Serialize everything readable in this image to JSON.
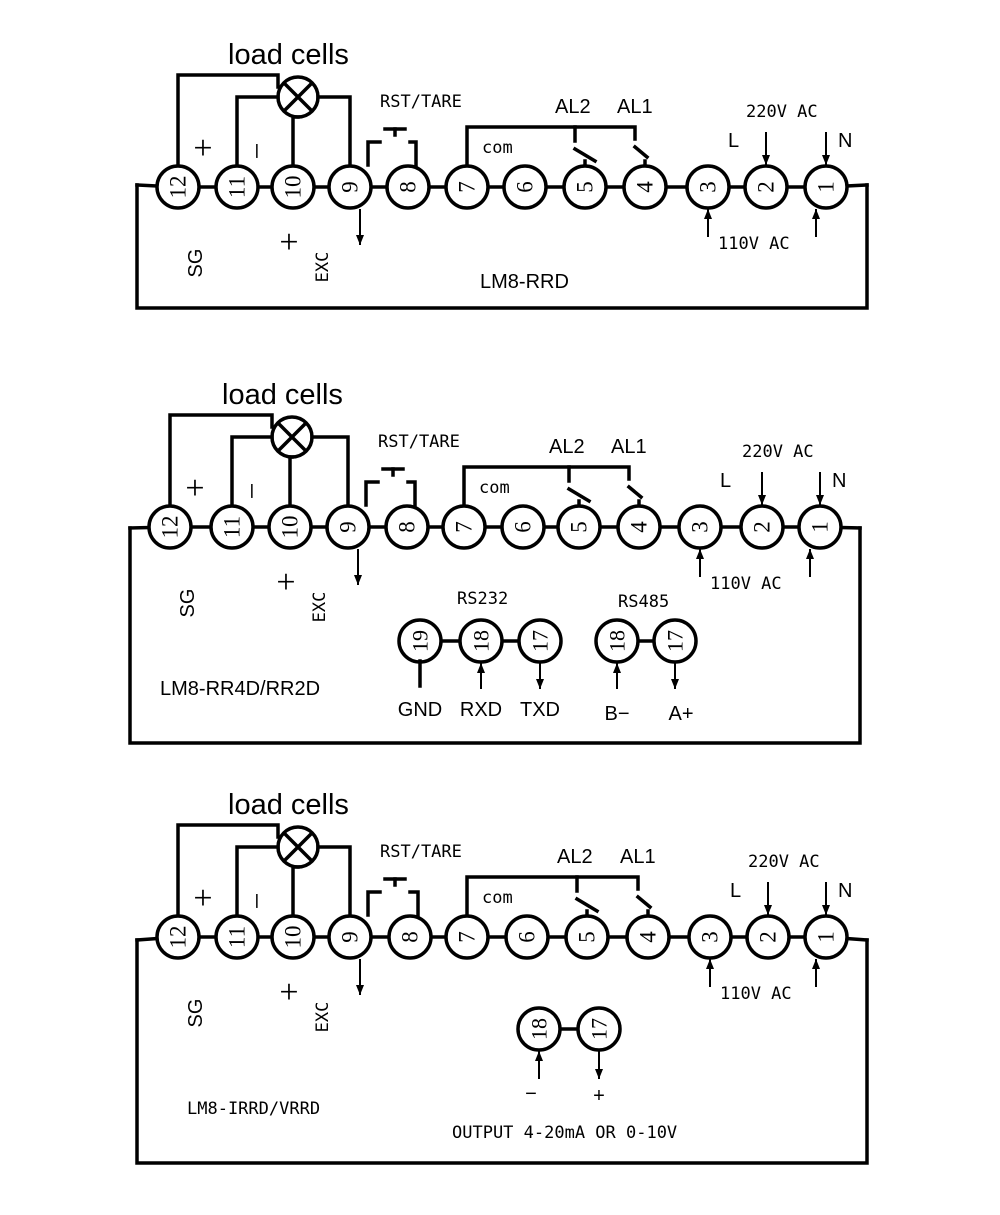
{
  "panels": [
    {
      "load_cells": "load cells",
      "sg": "SG",
      "exc": "EXC",
      "plus": "+",
      "minus": "−",
      "rst_tare": "RST/TARE",
      "com": "com",
      "al2": "AL2",
      "al1": "AL1",
      "v220": "220V AC",
      "v110": "110V AC",
      "l": "L",
      "n": "N",
      "model": "LM8-RRD",
      "terminals": [
        "12",
        "11",
        "10",
        "9",
        "8",
        "7",
        "6",
        "5",
        "4",
        "3",
        "2",
        "1"
      ]
    },
    {
      "load_cells": "load cells",
      "sg": "SG",
      "exc": "EXC",
      "plus": "+",
      "minus": "−",
      "rst_tare": "RST/TARE",
      "com": "com",
      "al2": "AL2",
      "al1": "AL1",
      "v220": "220V AC",
      "v110": "110V AC",
      "l": "L",
      "n": "N",
      "model": "LM8-RR4D/RR2D",
      "terminals": [
        "12",
        "11",
        "10",
        "9",
        "8",
        "7",
        "6",
        "5",
        "4",
        "3",
        "2",
        "1"
      ],
      "rs232": "RS232",
      "rs485": "RS485",
      "rs232_terms": [
        "19",
        "18",
        "17"
      ],
      "rs485_terms": [
        "18",
        "17"
      ],
      "gnd": "GND",
      "rxd": "RXD",
      "txd": "TXD",
      "b_minus": "B−",
      "a_plus": "A+"
    },
    {
      "load_cells": "load cells",
      "sg": "SG",
      "exc": "EXC",
      "plus": "+",
      "minus": "−",
      "rst_tare": "RST/TARE",
      "com": "com",
      "al2": "AL2",
      "al1": "AL1",
      "v220": "220V AC",
      "v110": "110V AC",
      "l": "L",
      "n": "N",
      "model": "LM8-IRRD/VRRD",
      "terminals": [
        "12",
        "11",
        "10",
        "9",
        "8",
        "7",
        "6",
        "5",
        "4",
        "3",
        "2",
        "1"
      ],
      "out_terms": [
        "18",
        "17"
      ],
      "out_minus": "−",
      "out_plus": "+",
      "output": "OUTPUT 4-20mA OR 0-10V"
    }
  ]
}
